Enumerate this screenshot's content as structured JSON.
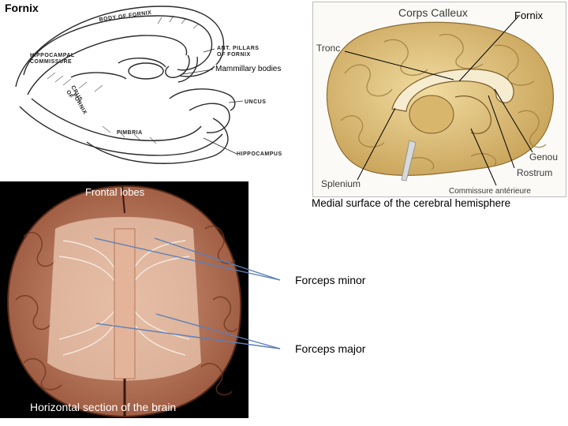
{
  "slide": {
    "fornix_title": "Fornix",
    "medial_caption": "Medial surface of the cerebral hemisphere",
    "forceps_minor": "Forceps minor",
    "forceps_major": "Forceps major"
  },
  "fornix_diagram": {
    "body_of_fornix": "BODY OF FORNIX",
    "hippocampal_commissure": [
      "HIPPOCAMPAL",
      "COMMISSURE"
    ],
    "crus_of_fornix": [
      "CRUS",
      "OF",
      "FORNIX"
    ],
    "ant_pillars": [
      "ANT. PILLARS",
      "OF FORNIX"
    ],
    "mammillary_bodies": "Mammillary bodies",
    "uncus": "UNCUS",
    "fimbria": "FIMBRIA",
    "hippocampus": "HIPPOCAMPUS"
  },
  "medial_figure": {
    "corps_calleux": "Corps Calleux",
    "fornix": "Fornix",
    "tronc": "Tronc",
    "genou": "Genou",
    "rostrum": "Rostrum",
    "splenium": "Splenium",
    "commissure_anterieure": "Commissure antérieure"
  },
  "horizontal_section": {
    "frontal_lobes": "Frontal lobes",
    "caption": "Horizontal section of the brain"
  },
  "colors": {
    "pointer_line": "#5b7fb8",
    "background": "#ffffff"
  }
}
